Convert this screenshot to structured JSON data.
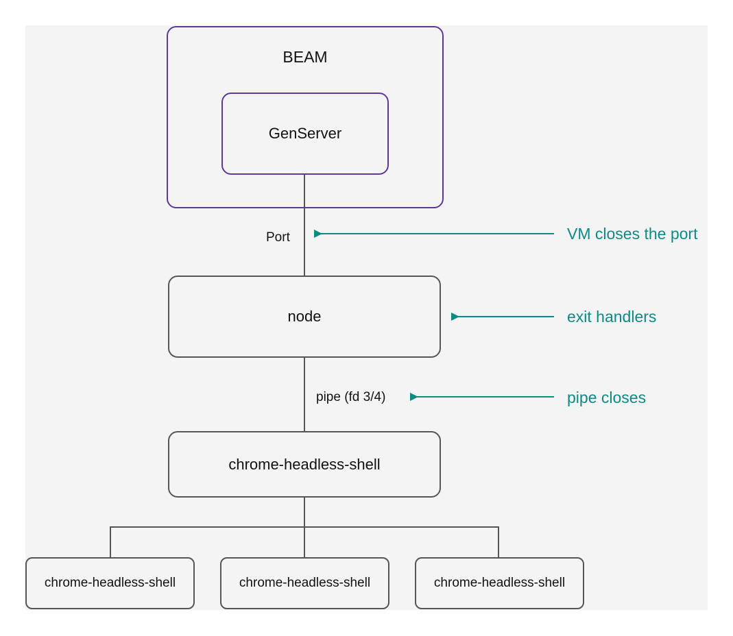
{
  "boxes": {
    "beam": "BEAM",
    "genserver": "GenServer",
    "node": "node",
    "chrome_main": "chrome-headless-shell",
    "children": [
      "chrome-headless-shell",
      "chrome-headless-shell",
      "chrome-headless-shell"
    ]
  },
  "connections": {
    "port": "Port",
    "pipe": "pipe (fd 3/4)"
  },
  "notes": {
    "port_note": "VM closes the port",
    "node_note": "exit handlers",
    "pipe_note": "pipe closes"
  },
  "colors": {
    "panel_background": "#f4f4f4",
    "box_border": "#555555",
    "beam_border": "#5b3a96",
    "annotation": "#0e8a86"
  }
}
